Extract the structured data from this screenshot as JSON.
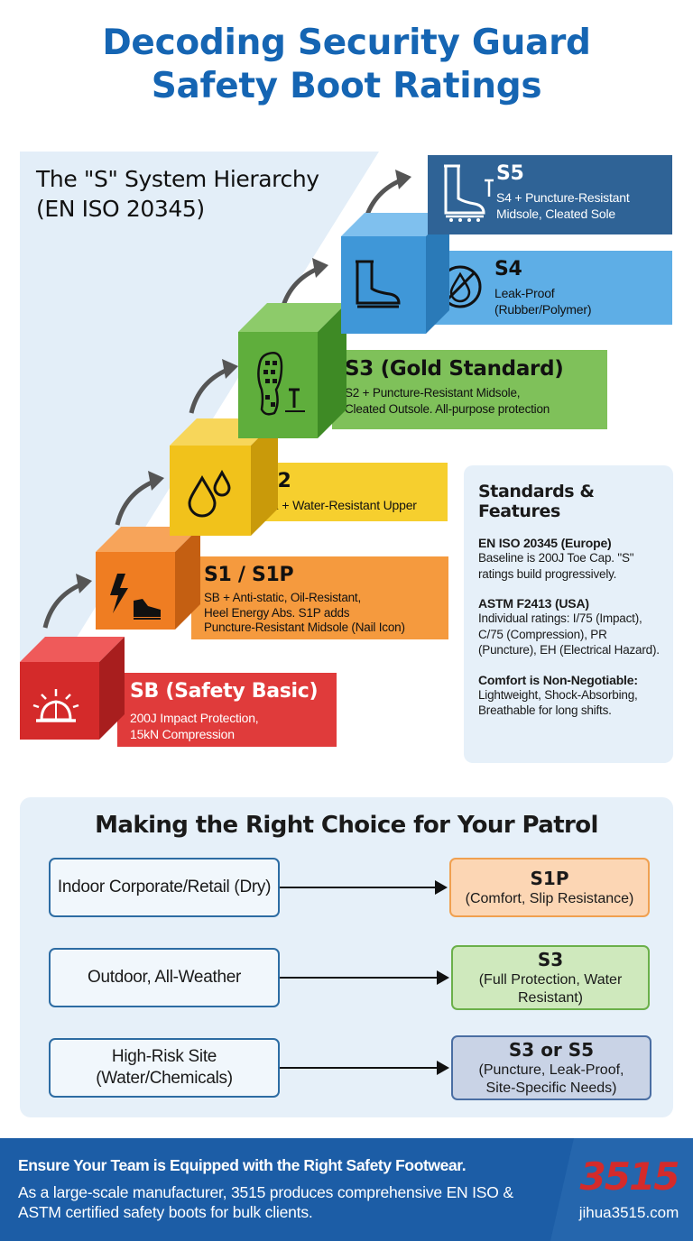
{
  "title": {
    "line1": "Decoding Security Guard",
    "line2": "Safety Boot Ratings"
  },
  "hierarchy": {
    "title_line1": "The \"S\" System Hierarchy",
    "title_line2": "(EN ISO 20345)",
    "levels": {
      "sb": {
        "title": "SB (Safety Basic)",
        "desc1": "200J Impact Protection,",
        "desc2": "15kN Compression",
        "icon": "hard-hat-impact-icon",
        "color": "#d42a2a",
        "label_color": "#e03b3b"
      },
      "s1": {
        "title": "S1 / S1P",
        "desc1": "SB + Anti-static, Oil-Resistant,",
        "desc2": "Heel Energy Abs. S1P adds",
        "desc3": "Puncture-Resistant Midsole (Nail Icon)",
        "icon": "lightning-boot-icon",
        "color": "#ef7d22",
        "label_color": "#f59a3e"
      },
      "s2": {
        "title": "S2",
        "desc1": "S1 + Water-Resistant Upper",
        "icon": "water-drops-icon",
        "color": "#f1c21b",
        "label_color": "#f6cf2e"
      },
      "s3": {
        "title": "S3 (Gold Standard)",
        "desc1": "S2 + Puncture-Resistant Midsole,",
        "desc2": "Cleated Outsole. All-purpose protection",
        "icon": "cleated-sole-icon",
        "color": "#5fae3c",
        "label_color": "#7fc15a"
      },
      "s4": {
        "title": "S4",
        "desc1": "Leak-Proof",
        "desc2": "(Rubber/Polymer)",
        "icon": "rubber-boot-icon",
        "icon2": "no-leak-icon",
        "color": "#3f97d8",
        "label_color": "#5eaee6"
      },
      "s5": {
        "title": "S5",
        "desc1": "S4 + Puncture-Resistant",
        "desc2": "Midsole, Cleated Sole",
        "icon": "nail-boot-icon",
        "color": "#2a5a8c",
        "label_color": "#2f6396"
      }
    }
  },
  "features": {
    "heading": "Standards & Features",
    "items": [
      {
        "title": "EN ISO 20345 (Europe)",
        "desc": "Baseline is 200J Toe Cap. \"S\" ratings build progressively."
      },
      {
        "title": "ASTM F2413 (USA)",
        "desc": "Individual ratings: I/75 (Impact), C/75 (Compression), PR (Puncture), EH (Electrical Hazard)."
      },
      {
        "title": "Comfort is Non-Negotiable:",
        "desc": "Lightweight, Shock-Absorbing, Breathable for long shifts."
      }
    ]
  },
  "choice": {
    "title": "Making the Right Choice for Your Patrol",
    "rows": [
      {
        "condition": "Indoor Corporate/Retail (Dry)",
        "rating": "S1P",
        "detail": "(Comfort, Slip Resistance)",
        "bg": "#fcd6b4",
        "border": "#f0a050"
      },
      {
        "condition": "Outdoor, All-Weather",
        "rating": "S3",
        "detail": "(Full Protection, Water Resistant)",
        "bg": "#cfe9bd",
        "border": "#6bb04a"
      },
      {
        "condition": "High-Risk Site (Water/Chemicals)",
        "rating": "S3 or S5",
        "detail": "(Puncture, Leak-Proof, Site-Specific Needs)",
        "bg": "#c9d3e6",
        "border": "#4a6ea3"
      }
    ]
  },
  "footer": {
    "heading": "Ensure Your Team is Equipped with the Right Safety Footwear.",
    "desc": "As a large-scale manufacturer, 3515 produces comprehensive EN ISO & ASTM certified safety boots for bulk clients.",
    "brand": "3515",
    "site": "jihua3515.com"
  }
}
